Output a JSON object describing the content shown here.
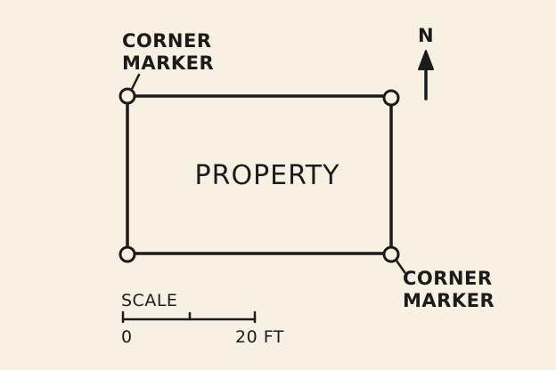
{
  "property": {
    "label": "PROPERTY"
  },
  "markers": {
    "top_left": {
      "line1": "CORNER",
      "line2": "MARKER"
    },
    "bottom_right": {
      "line1": "CORNER",
      "line2": "MARKER"
    }
  },
  "north": {
    "label": "N",
    "icon": "north-arrow-icon"
  },
  "scale": {
    "title": "SCALE",
    "start_label": "0",
    "end_label": "20 FT"
  },
  "colors": {
    "background": "#f8f0e2",
    "ink": "#1b1b1b",
    "marker_fill": "#f8f0e2"
  }
}
